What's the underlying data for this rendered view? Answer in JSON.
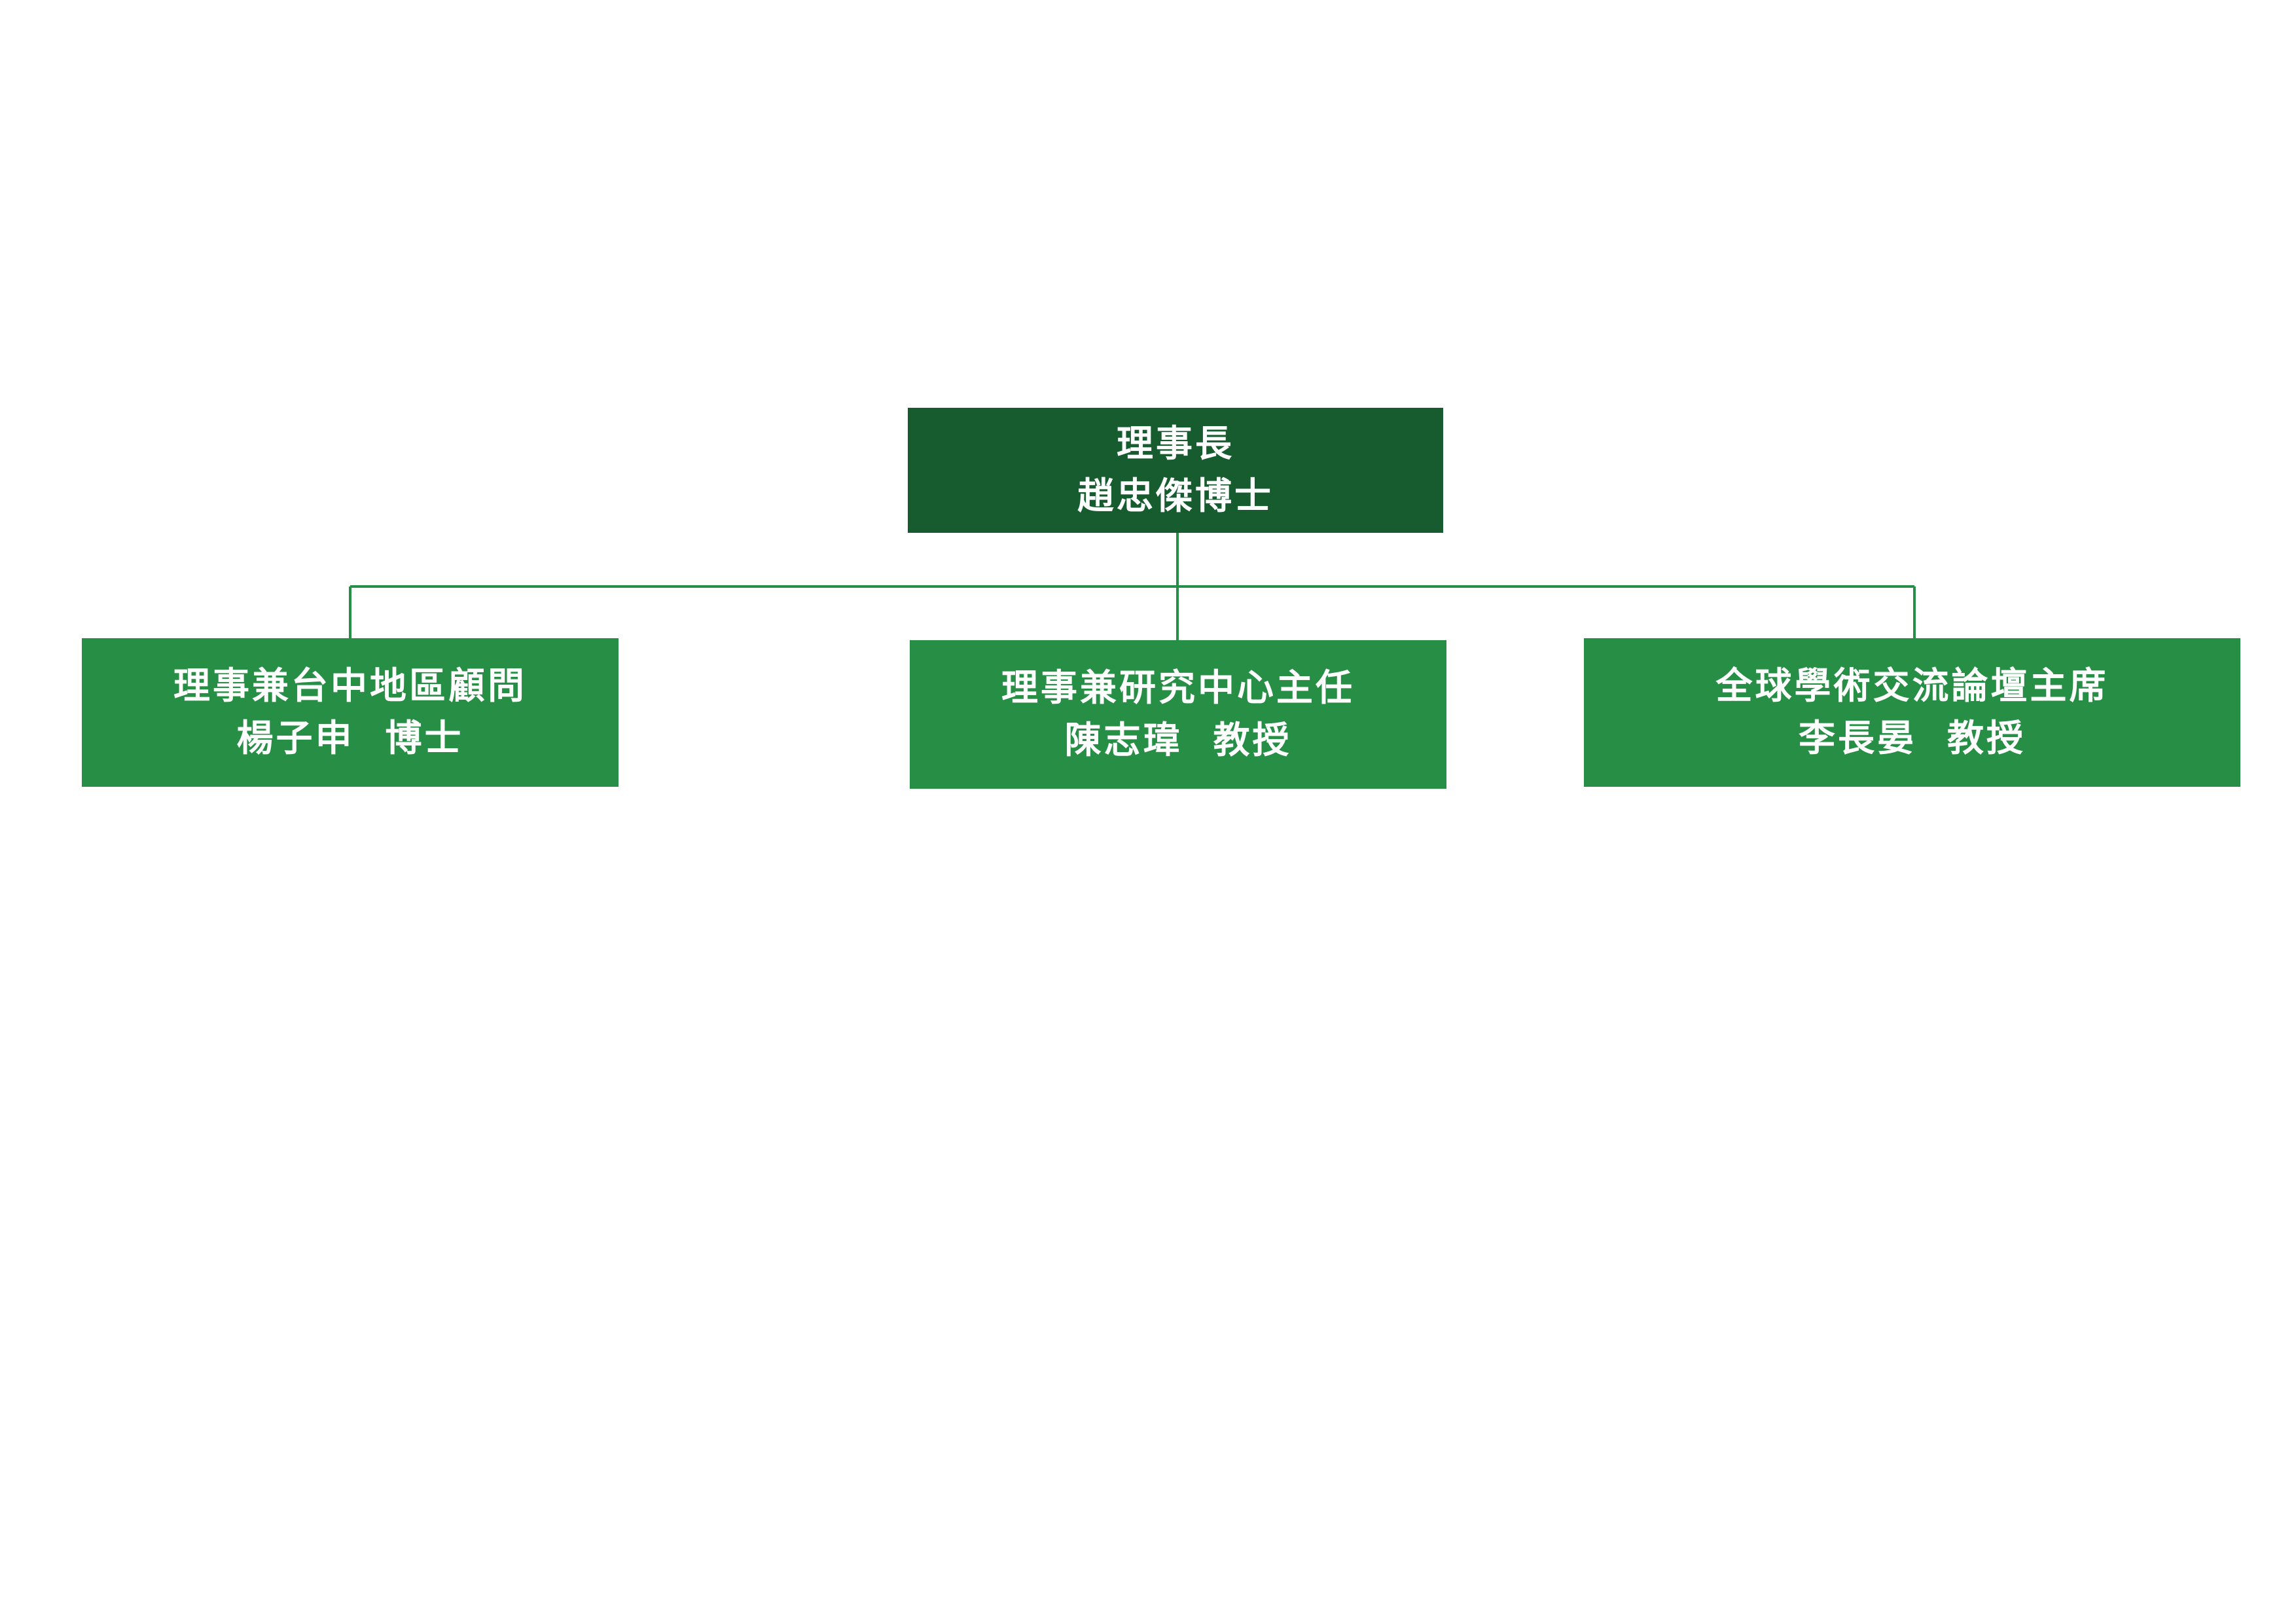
{
  "colors": {
    "root_fill": "#175c2f",
    "child_fill": "#268f45",
    "connector": "#268f45",
    "text": "#ffffff"
  },
  "root": {
    "title": "理事長",
    "name": "趙忠傑博士"
  },
  "children": [
    {
      "title": "理事兼台中地區顧問",
      "name": "楊子申  博士"
    },
    {
      "title": "理事兼研究中心主任",
      "name": "陳志瑋  教授"
    },
    {
      "title": "全球學術交流論壇主席",
      "name": "李長晏  教授"
    }
  ]
}
